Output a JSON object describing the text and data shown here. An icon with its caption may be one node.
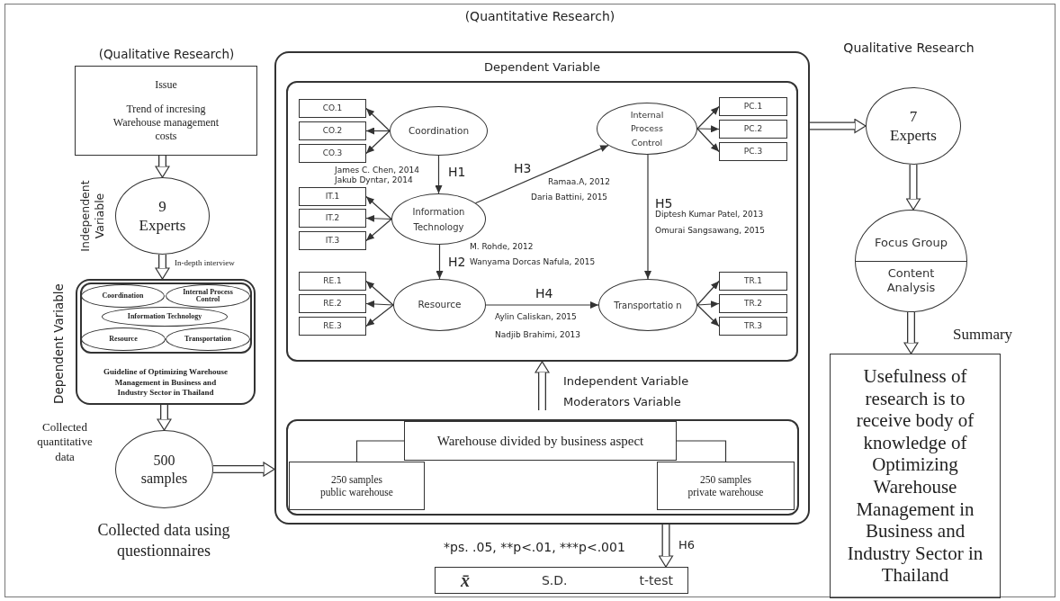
{
  "diagram": {
    "nodes": [
      {
        "text": [
          "Issue",
          "Trend of incresing Warehouse management costs"
        ]
      },
      {
        "text": [
          "9 Experts"
        ]
      },
      {
        "text": [
          "Guideline of Optimizing Warehouse Management in Business and Industry Sector in Thailand"
        ]
      },
      {
        "text": [],
        "shape": "box",
        "in": 2
      },
      {
        "text": [
          "Coordination"
        ],
        "in": 3
      },
      {
        "text": [
          "Internal Process Control"
        ],
        "in": 3
      },
      {
        "text": [
          "Information Technology"
        ],
        "in": 3
      },
      {
        "text": [
          "Resource"
        ],
        "in": 3
      },
      {
        "text": [
          "Transportation"
        ],
        "in": 3
      },
      {
        "text": [
          "500 samples"
        ],
        "beside": [
          "Collected quantitative data",
          "Collected data using questionnaires"
        ]
      },
      {
        "text": [
          "Dependent Variable"
        ]
      },
      {
        "text": [],
        "shape": "box",
        "in": 10
      },
      {
        "text": [
          "CO.1"
        ],
        "in": 11
      },
      {
        "text": [
          "CO.2"
        ],
        "in": 11
      },
      {
        "text": [
          "CO.3"
        ],
        "in": 11
      },
      {
        "text": [
          "Coordination"
        ],
        "in": 11
      },
      {
        "text": [
          "Internal Process Control"
        ],
        "in": 11
      },
      {
        "text": [
          "PC.1"
        ],
        "in": 11
      },
      {
        "text": [
          "PC.2"
        ],
        "in": 11
      },
      {
        "text": [
          "PC.3"
        ],
        "in": 11
      },
      {
        "text": [
          "IT.1"
        ],
        "in": 11
      },
      {
        "text": [
          "IT.2"
        ],
        "in": 11
      },
      {
        "text": [
          "IT.3"
        ],
        "in": 11
      },
      {
        "text": [
          "Information Technology"
        ],
        "in": 11
      },
      {
        "text": [
          "RE.1"
        ],
        "in": 11
      },
      {
        "text": [
          "RE.2"
        ],
        "in": 11
      },
      {
        "text": [
          "RE.3"
        ],
        "in": 11
      },
      {
        "text": [
          "Resource"
        ],
        "in": 11
      },
      {
        "text": [
          "Transportatio n"
        ],
        "in": 11
      },
      {
        "text": [
          "TR.1"
        ],
        "in": 11
      },
      {
        "text": [
          "TR.2"
        ],
        "in": 11
      },
      {
        "text": [
          "TR.3"
        ],
        "in": 11
      },
      {
        "text": [],
        "shape": "box",
        "in": 10
      },
      {
        "text": [
          "Warehouse divided by business aspect"
        ],
        "in": 32
      },
      {
        "text": [
          "250 samples public warehouse"
        ],
        "in": 32
      },
      {
        "text": [
          "250 samples private warehouse"
        ],
        "in": 32
      },
      {
        "text": [
          "x̄",
          "S.D.",
          "t-test"
        ]
      },
      {
        "text": [
          "7 Experts"
        ]
      },
      {
        "text": [
          "Focus Group",
          "Content Analysis"
        ]
      },
      {
        "text": [
          "Usefulness of research is to receive body of knowledge of Optimizing Warehouse Management in Business and Industry Sector in Thailand"
        ]
      }
    ],
    "edges": [
      {
        "from": 0,
        "to": 1,
        "arrow": "to",
        "style": "thick"
      },
      {
        "from": 1,
        "to": 2,
        "arrow": "to",
        "style": "thick",
        "label": "In-depth interview"
      },
      {
        "from": 2,
        "to": 9,
        "arrow": "to",
        "style": "thick"
      },
      {
        "from": 9,
        "to": 10,
        "arrow": "to",
        "style": "thick"
      },
      {
        "from": 15,
        "to": 12,
        "arrow": "to"
      },
      {
        "from": 15,
        "to": 13,
        "arrow": "to"
      },
      {
        "from": 15,
        "to": 14,
        "arrow": "to"
      },
      {
        "from": 16,
        "to": 17,
        "arrow": "to"
      },
      {
        "from": 16,
        "to": 18,
        "arrow": "to"
      },
      {
        "from": 16,
        "to": 19,
        "arrow": "to"
      },
      {
        "from": 23,
        "to": 20,
        "arrow": "to"
      },
      {
        "from": 23,
        "to": 21,
        "arrow": "to"
      },
      {
        "from": 23,
        "to": 22,
        "arrow": "to"
      },
      {
        "from": 27,
        "to": 24,
        "arrow": "to"
      },
      {
        "from": 27,
        "to": 25,
        "arrow": "to"
      },
      {
        "from": 27,
        "to": 26,
        "arrow": "to"
      },
      {
        "from": 28,
        "to": 29,
        "arrow": "to"
      },
      {
        "from": 28,
        "to": 30,
        "arrow": "to"
      },
      {
        "from": 28,
        "to": 31,
        "arrow": "to"
      },
      {
        "from": 15,
        "to": 23,
        "arrow": "to",
        "label": "H1"
      },
      {
        "from": 23,
        "to": 16,
        "arrow": "to",
        "label": "H3"
      },
      {
        "from": 23,
        "to": 27,
        "arrow": "to",
        "label": "H2"
      },
      {
        "from": 27,
        "to": 28,
        "arrow": "to",
        "label": "H4"
      },
      {
        "from": 16,
        "to": 28,
        "arrow": "to",
        "label": "H5"
      },
      {
        "from": 33,
        "to": 34,
        "arrow": "none"
      },
      {
        "from": 33,
        "to": 35,
        "arrow": "none"
      },
      {
        "from": 32,
        "to": 11,
        "arrow": "to",
        "style": "thick",
        "label": "Independent Variable Moderators Variable"
      },
      {
        "from": 10,
        "to": 36,
        "arrow": "to",
        "style": "thick",
        "label": "H6"
      },
      {
        "from": 10,
        "to": 37,
        "arrow": "to",
        "style": "thick"
      },
      {
        "from": 37,
        "to": 38,
        "arrow": "to",
        "style": "thick"
      },
      {
        "from": 38,
        "to": 39,
        "arrow": "to",
        "style": "thick",
        "label": "Summary"
      }
    ],
    "labels": [
      "(Quantitative Research)",
      "(Qualitative Research)",
      "Qualitative Research",
      "Independent Variable",
      "Dependent Variable",
      "James C. Chen, 2014",
      "Jakub Dyntar, 2014",
      "Ramaa.A, 2012",
      "Daria Battini, 2015",
      "Diptesh Kumar Patel, 2013",
      "Omurai Sangsawang, 2015",
      "M. Rohde, 2012",
      "Wanyama Dorcas Nafula, 2015",
      "Aylin Caliskan, 2015",
      "Nadjib Brahimi, 2013",
      "*ps. .05, **p<.01, ***p<.001"
    ]
  }
}
